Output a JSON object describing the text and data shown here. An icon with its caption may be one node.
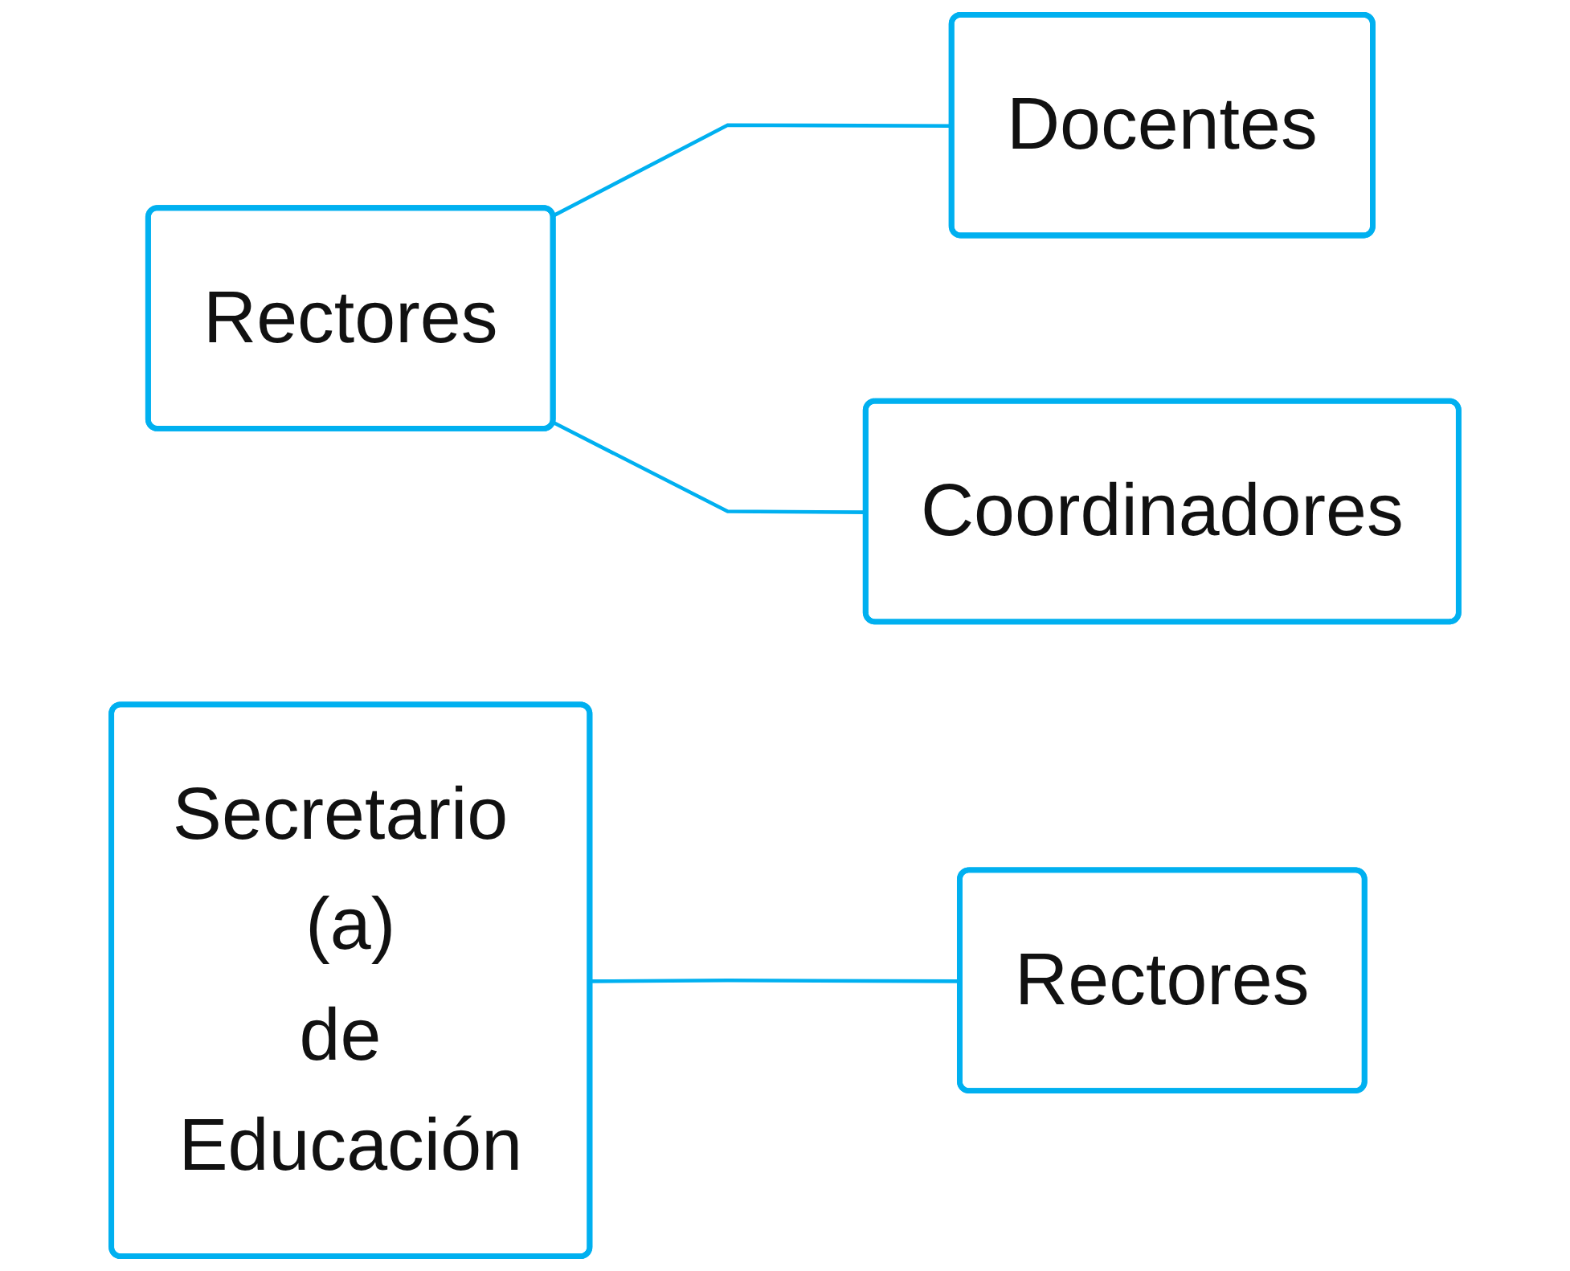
{
  "diagram": {
    "nodes": [
      {
        "text": [
          "Rectores"
        ]
      },
      {
        "text": [
          "Docentes"
        ]
      },
      {
        "text": [
          "Coordinadores"
        ]
      },
      {
        "text": [
          "Secretario (a) de Educación"
        ]
      },
      {
        "text": [
          "Rectores"
        ]
      }
    ],
    "edges": [
      {
        "from": 0,
        "to": 1,
        "arrow": "none"
      },
      {
        "from": 0,
        "to": 2,
        "arrow": "none"
      },
      {
        "from": 3,
        "to": 4,
        "arrow": "none"
      }
    ]
  }
}
